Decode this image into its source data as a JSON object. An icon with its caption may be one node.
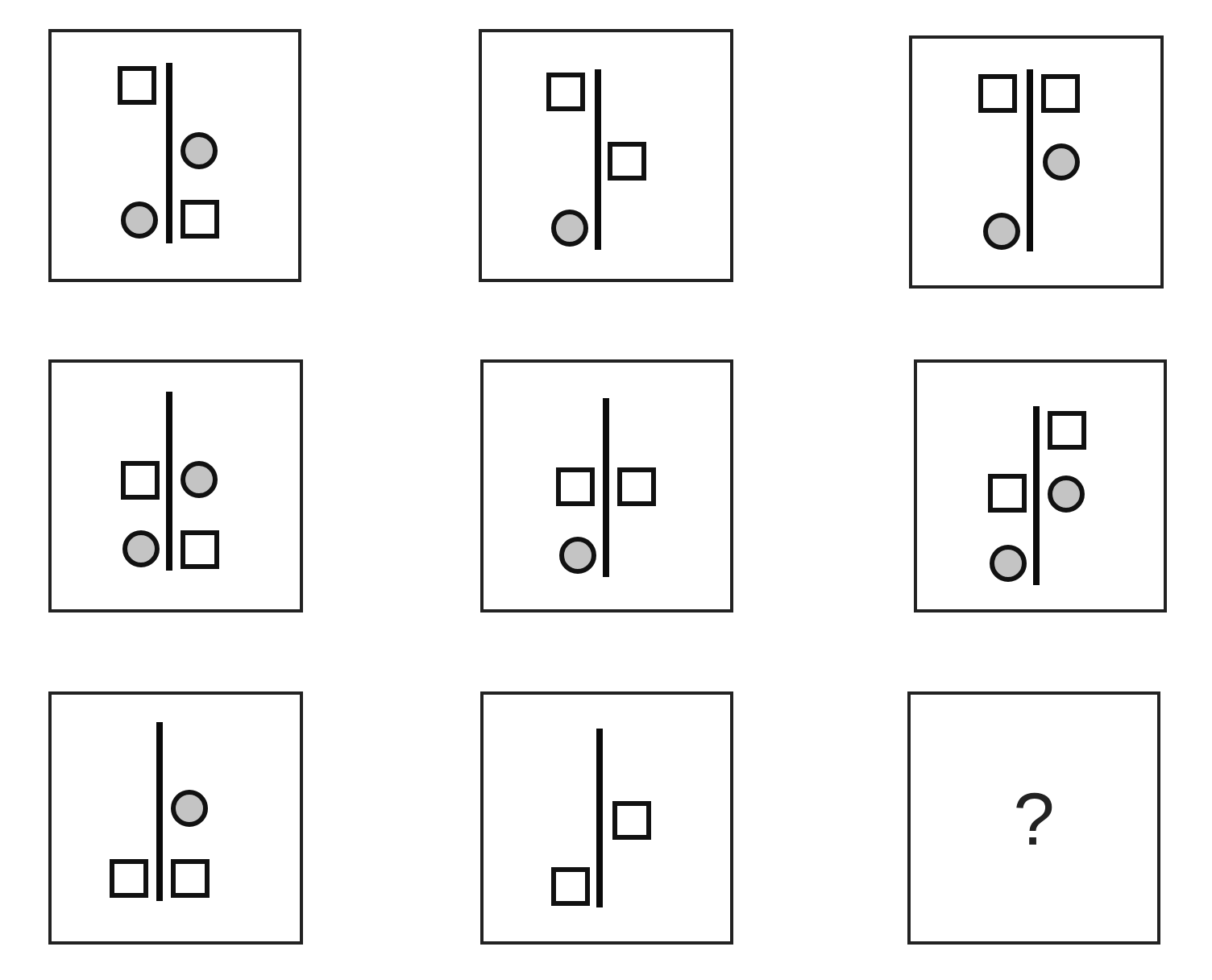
{
  "diagram": {
    "nodes": [
      {
        "text": [],
        "shape": "box"
      },
      {
        "text": [],
        "shape": "line",
        "in": 0
      },
      {
        "text": [],
        "shape": "square",
        "in": 0
      },
      {
        "text": [],
        "shape": "circle",
        "in": 0
      },
      {
        "text": [],
        "shape": "circle",
        "in": 0
      },
      {
        "text": [],
        "shape": "square",
        "in": 0
      },
      {
        "text": [],
        "shape": "box"
      },
      {
        "text": [],
        "shape": "line",
        "in": 6
      },
      {
        "text": [],
        "shape": "square",
        "in": 6
      },
      {
        "text": [],
        "shape": "square",
        "in": 6
      },
      {
        "text": [],
        "shape": "circle",
        "in": 6
      },
      {
        "text": [],
        "shape": "box"
      },
      {
        "text": [],
        "shape": "line",
        "in": 11
      },
      {
        "text": [],
        "shape": "square",
        "in": 11
      },
      {
        "text": [],
        "shape": "square",
        "in": 11
      },
      {
        "text": [],
        "shape": "circle",
        "in": 11
      },
      {
        "text": [],
        "shape": "circle",
        "in": 11
      },
      {
        "text": [],
        "shape": "box"
      },
      {
        "text": [],
        "shape": "line",
        "in": 17
      },
      {
        "text": [],
        "shape": "square",
        "in": 17
      },
      {
        "text": [],
        "shape": "circle",
        "in": 17
      },
      {
        "text": [],
        "shape": "circle",
        "in": 17
      },
      {
        "text": [],
        "shape": "square",
        "in": 17
      },
      {
        "text": [],
        "shape": "box"
      },
      {
        "text": [],
        "shape": "line",
        "in": 23
      },
      {
        "text": [],
        "shape": "square",
        "in": 23
      },
      {
        "text": [],
        "shape": "square",
        "in": 23
      },
      {
        "text": [],
        "shape": "circle",
        "in": 23
      },
      {
        "text": [],
        "shape": "box"
      },
      {
        "text": [],
        "shape": "line",
        "in": 28
      },
      {
        "text": [],
        "shape": "square",
        "in": 28
      },
      {
        "text": [],
        "shape": "square",
        "in": 28
      },
      {
        "text": [],
        "shape": "circle",
        "in": 28
      },
      {
        "text": [],
        "shape": "circle",
        "in": 28
      },
      {
        "text": [],
        "shape": "box"
      },
      {
        "text": [],
        "shape": "line",
        "in": 34
      },
      {
        "text": [],
        "shape": "circle",
        "in": 34
      },
      {
        "text": [],
        "shape": "square",
        "in": 34
      },
      {
        "text": [],
        "shape": "square",
        "in": 34
      },
      {
        "text": [],
        "shape": "box"
      },
      {
        "text": [],
        "shape": "line",
        "in": 39
      },
      {
        "text": [],
        "shape": "square",
        "in": 39
      },
      {
        "text": [],
        "shape": "square",
        "in": 39
      },
      {
        "text": [
          "?"
        ]
      }
    ]
  }
}
